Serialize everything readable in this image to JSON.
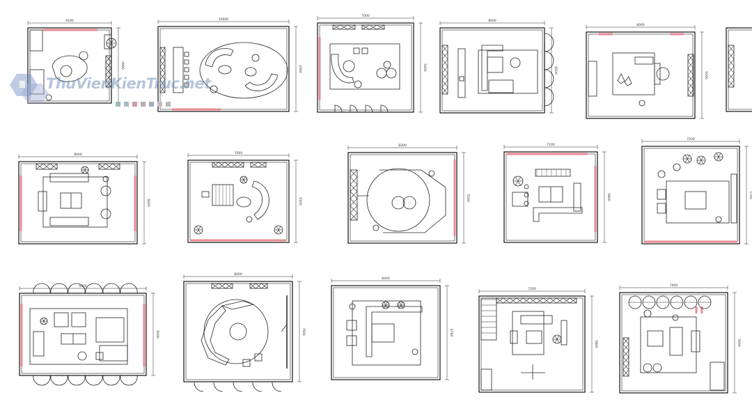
{
  "watermark": {
    "text": "ThuVienKienTruc.net"
  },
  "colors": {
    "line": "#222222",
    "wall": "#111111",
    "accent": "#e88a94",
    "background": "#ffffff"
  },
  "plans": [
    {
      "dim_w": "6100",
      "dim_h": "4900"
    },
    {
      "dim_w": "10000",
      "dim_h": "4300"
    },
    {
      "dim_w": "7000",
      "dim_h": "5400"
    },
    {
      "dim_w": "8000",
      "dim_h": "6000"
    },
    {
      "dim_w": "8000",
      "dim_h": "5000"
    },
    {
      "dim_w": "",
      "dim_h": ""
    },
    {
      "dim_w": "8000",
      "dim_h": "6000"
    },
    {
      "dim_w": "7000",
      "dim_h": "6100"
    },
    {
      "dim_w": "8200",
      "dim_h": "5500"
    },
    {
      "dim_w": "7100",
      "dim_h": "5800"
    },
    {
      "dim_w": "7200",
      "dim_h": "5700"
    },
    {
      "dim_w": "9200",
      "dim_h": "6000"
    },
    {
      "dim_w": "8000",
      "dim_h": "7600"
    },
    {
      "dim_w": "8400",
      "dim_h": "6700"
    },
    {
      "dim_w": "7200",
      "dim_h": "5800"
    },
    {
      "dim_w": "7000",
      "dim_h": "5000"
    }
  ]
}
